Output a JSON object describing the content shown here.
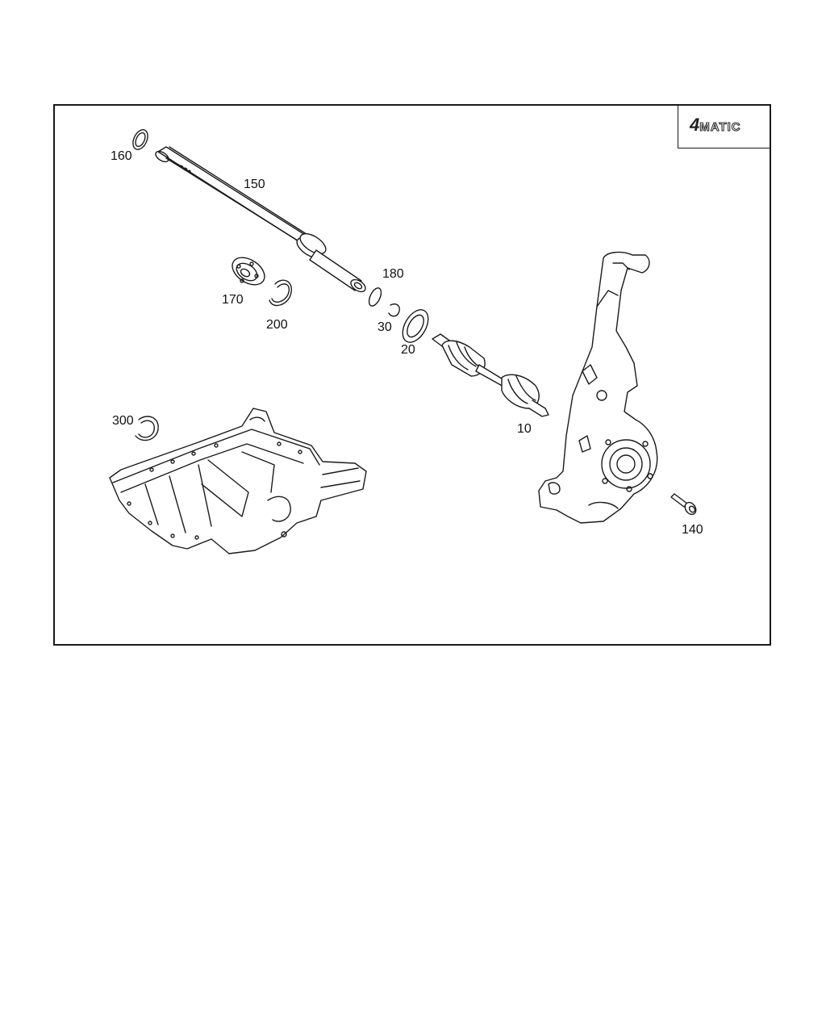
{
  "badge": {
    "prefix": "4",
    "text": "MATIC"
  },
  "callouts": [
    {
      "id": "160",
      "text": "160"
    },
    {
      "id": "150",
      "text": "150"
    },
    {
      "id": "180",
      "text": "180"
    },
    {
      "id": "170",
      "text": "170"
    },
    {
      "id": "200",
      "text": "200"
    },
    {
      "id": "30",
      "text": "30"
    },
    {
      "id": "20",
      "text": "20"
    },
    {
      "id": "10",
      "text": "10"
    },
    {
      "id": "300",
      "text": "300"
    },
    {
      "id": "140",
      "text": "140"
    }
  ]
}
